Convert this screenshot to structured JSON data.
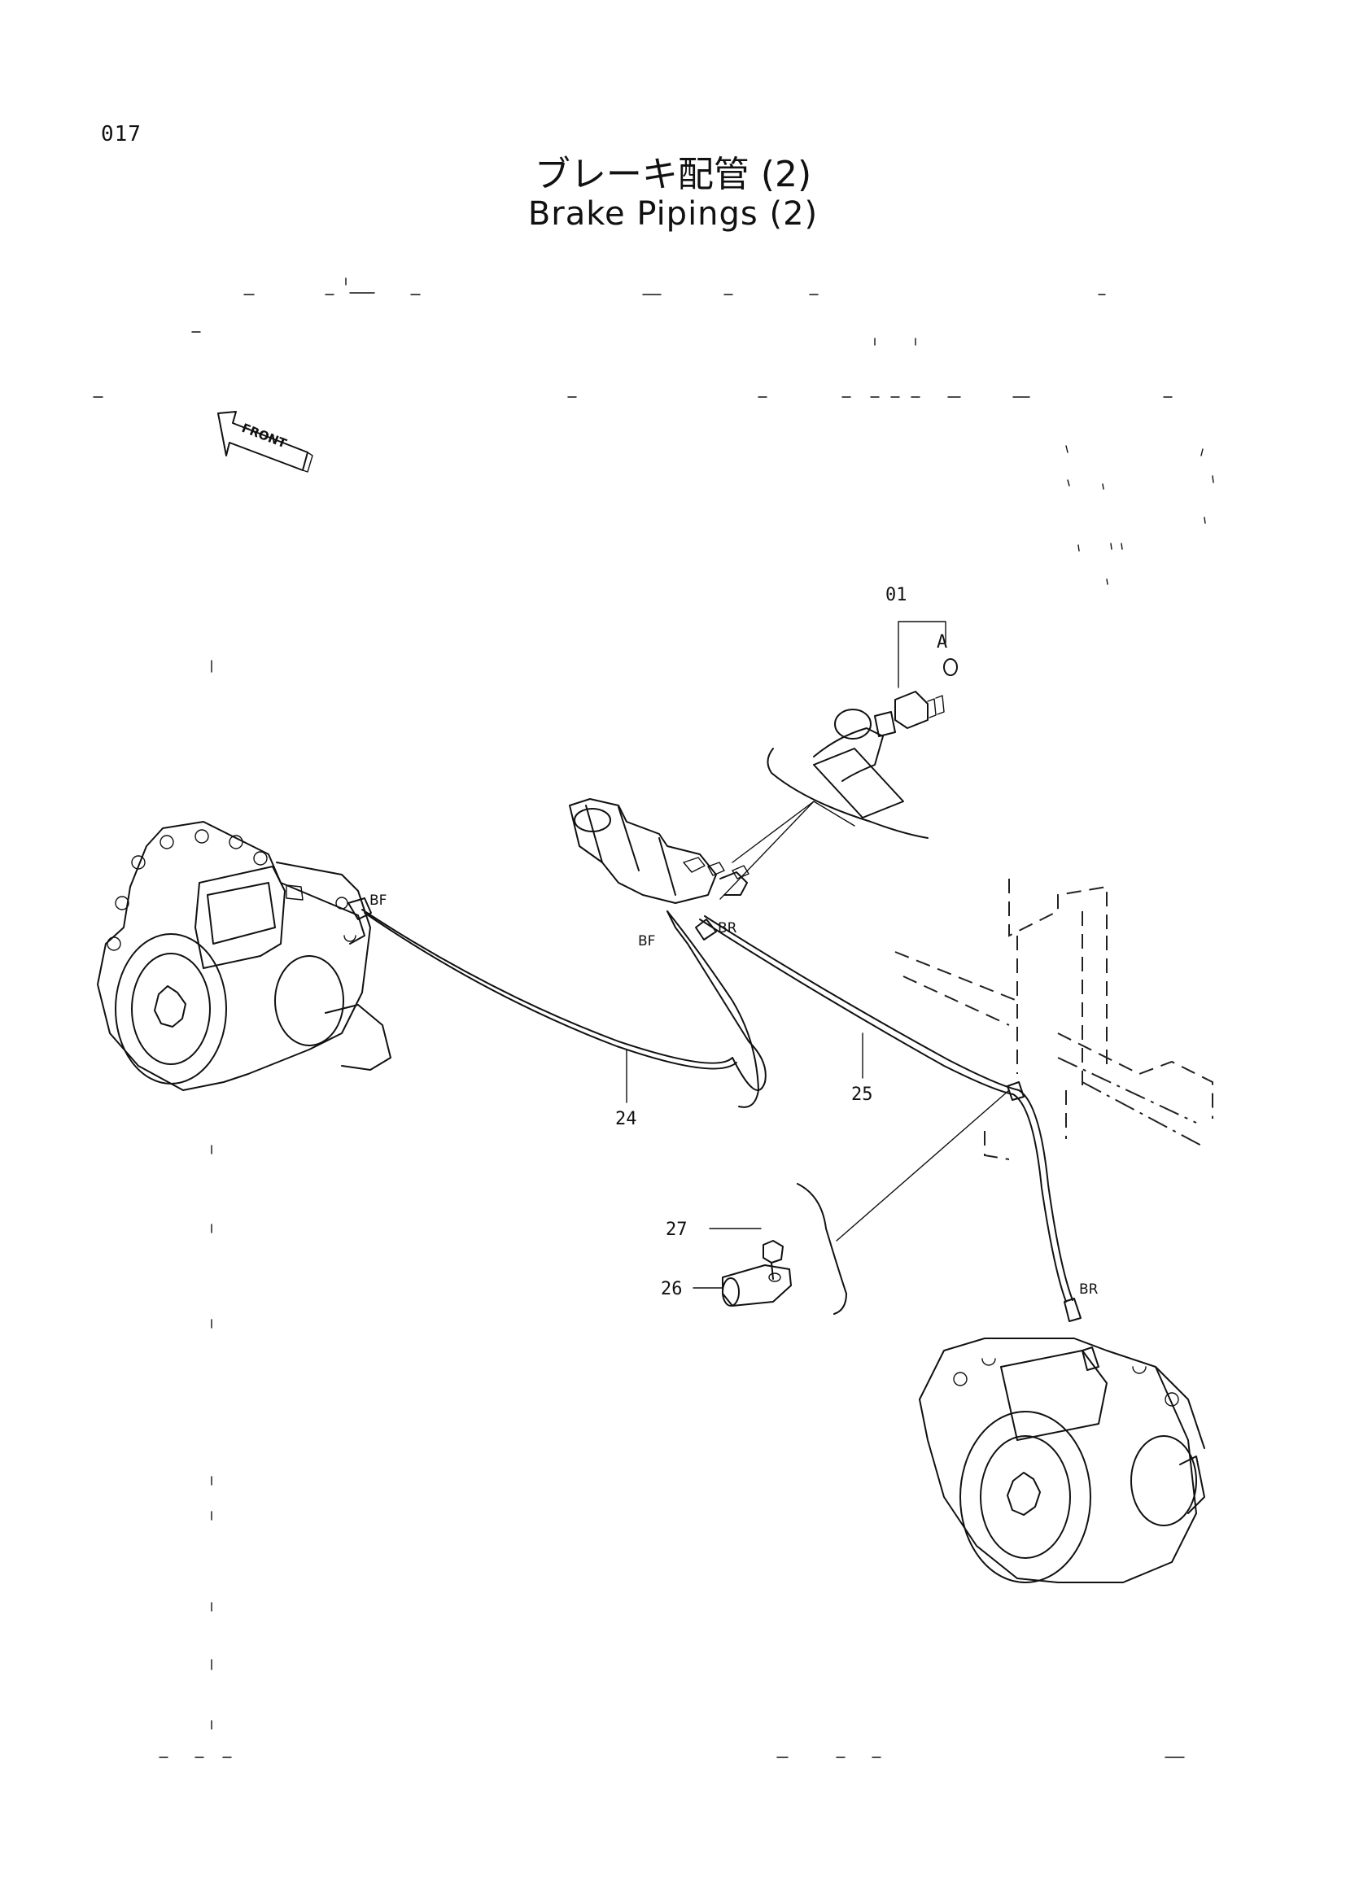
{
  "page_number": "017",
  "title_jp": "ブレーキ配管 (2)",
  "title_en": "Brake Pipings (2)",
  "front_label": "FRONT",
  "callouts": {
    "part_01": "01",
    "part_a": "A",
    "part_24": "24",
    "part_25": "25",
    "part_26": "26",
    "part_27": "27"
  },
  "port_labels": {
    "bf_front_axle": "BF",
    "bf_valve": "BF",
    "br_valve": "BR",
    "br_rear_axle": "BR"
  }
}
